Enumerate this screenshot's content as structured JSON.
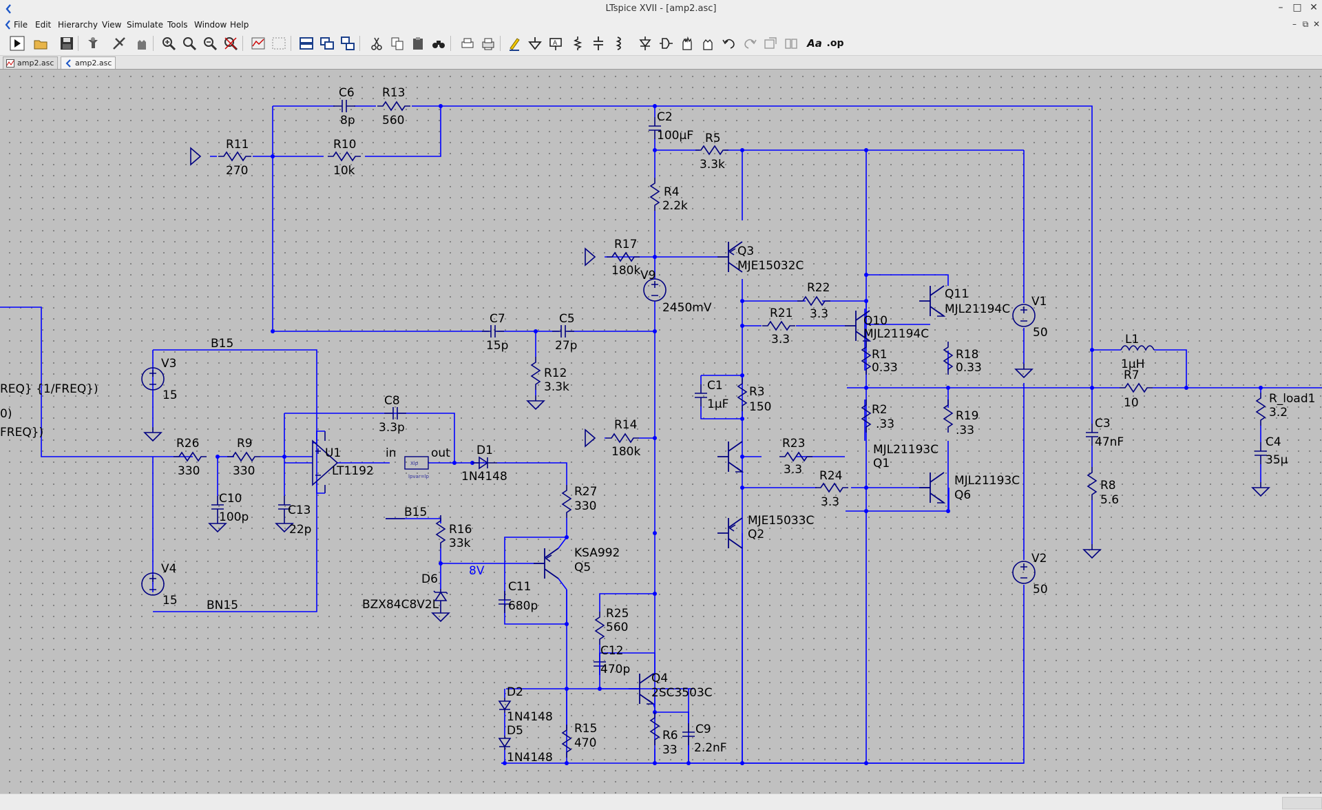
{
  "window": {
    "title": "LTspice XVII - [amp2.asc]",
    "controls": [
      "–",
      "□",
      "✕"
    ],
    "mdi_controls": [
      "–",
      "⧉",
      "✕"
    ]
  },
  "menu": [
    "File",
    "Edit",
    "Hierarchy",
    "View",
    "Simulate",
    "Tools",
    "Window",
    "Help"
  ],
  "toolbar": {
    "icons": [
      "run-icon",
      "open-icon",
      "save-icon",
      "control-panel-icon",
      "halt-icon",
      "pan-icon",
      "zoom-in-icon",
      "zoom-full-icon",
      "zoom-out-icon",
      "zoom-cancel-icon",
      "autorange-icon",
      "grid-icon",
      "tile-h-icon",
      "tile-v-icon",
      "cascade-icon",
      "cut-icon",
      "copy-icon",
      "paste-icon",
      "find-icon",
      "print-setup-icon",
      "print-icon",
      "draw-wire-icon",
      "ground-icon",
      "net-label-icon",
      "resistor-icon",
      "capacitor-icon",
      "inductor-icon",
      "diode-icon",
      "component-icon",
      "move-icon",
      "drag-icon",
      "undo-icon",
      "redo-icon",
      "rotate-icon",
      "mirror-icon",
      "text-icon",
      "spice-directive-icon"
    ],
    "text_labels": {
      "text": "Aa",
      "directive": ".op"
    }
  },
  "tabs": [
    {
      "label": "amp2.asc",
      "active": false
    },
    {
      "label": "amp2.asc",
      "active": true
    }
  ],
  "schematic": {
    "components": [
      {
        "ref": "C6",
        "value": "8p"
      },
      {
        "ref": "R13",
        "value": "560"
      },
      {
        "ref": "R11",
        "value": "270"
      },
      {
        "ref": "R10",
        "value": "10k"
      },
      {
        "ref": "C2",
        "value": "100µF"
      },
      {
        "ref": "R5",
        "value": "3.3k"
      },
      {
        "ref": "R4",
        "value": "2.2k"
      },
      {
        "ref": "R17",
        "value": "180k"
      },
      {
        "ref": "Q3",
        "value": "MJE15032C"
      },
      {
        "ref": "V9",
        "value": "2450mV"
      },
      {
        "ref": "R22",
        "value": "3.3"
      },
      {
        "ref": "Q11",
        "value": "MJL21194C"
      },
      {
        "ref": "R21",
        "value": "3.3"
      },
      {
        "ref": "Q10",
        "value": "MJL21194C"
      },
      {
        "ref": "V1",
        "value": "50"
      },
      {
        "ref": "C7",
        "value": "15p"
      },
      {
        "ref": "C5",
        "value": "27p"
      },
      {
        "ref": "R1",
        "value": "0.33"
      },
      {
        "ref": "R18",
        "value": "0.33"
      },
      {
        "ref": "L1",
        "value": "1µH"
      },
      {
        "ref": "R7",
        "value": "10"
      },
      {
        "ref": "R12",
        "value": "3.3k"
      },
      {
        "ref": "C1",
        "value": "1µF"
      },
      {
        "ref": "R3",
        "value": "150"
      },
      {
        "ref": "R_load1",
        "value": "3.2"
      },
      {
        "ref": "V3",
        "value": "15"
      },
      {
        "ref": "C8",
        "value": "3.3p"
      },
      {
        "ref": "R2",
        "value": ".33"
      },
      {
        "ref": "R19",
        "value": ".33"
      },
      {
        "ref": "C3",
        "value": "47nF"
      },
      {
        "ref": "R14",
        "value": "180k"
      },
      {
        "ref": "C4",
        "value": "35µ"
      },
      {
        "ref": "R26",
        "value": "330"
      },
      {
        "ref": "R9",
        "value": "330"
      },
      {
        "ref": "U1",
        "value": "LT1192"
      },
      {
        "ref": "D1",
        "value": "1N4148"
      },
      {
        "ref": "R23",
        "value": "3.3"
      },
      {
        "ref": "Q1",
        "value": "MJL21193C"
      },
      {
        "ref": "Q6",
        "value": "MJL21193C"
      },
      {
        "ref": "R24",
        "value": "3.3"
      },
      {
        "ref": "C10",
        "value": "100p"
      },
      {
        "ref": "R27",
        "value": "330"
      },
      {
        "ref": "C13",
        "value": "22p"
      },
      {
        "ref": "R8",
        "value": "5.6"
      },
      {
        "ref": "R16",
        "value": "33k"
      },
      {
        "ref": "Q2",
        "value": "MJE15033C"
      },
      {
        "ref": "Q5",
        "value": "KSA992"
      },
      {
        "ref": "V4",
        "value": "15"
      },
      {
        "ref": "D6",
        "value": "BZX84C8V2L"
      },
      {
        "ref": "C11",
        "value": "680p"
      },
      {
        "ref": "V2",
        "value": "50"
      },
      {
        "ref": "R25",
        "value": "560"
      },
      {
        "ref": "C12",
        "value": "470p"
      },
      {
        "ref": "Q4",
        "value": "2SC3503C"
      },
      {
        "ref": "D2",
        "value": "1N4148"
      },
      {
        "ref": "D5",
        "value": "1N4148"
      },
      {
        "ref": "R15",
        "value": "470"
      },
      {
        "ref": "R6",
        "value": "33"
      },
      {
        "ref": "C9",
        "value": "2.2nF"
      }
    ],
    "net_labels": {
      "b15_top": "B15",
      "b15_mid": "B15",
      "bn15": "BN15",
      "v8": "8V",
      "in": "in",
      "out": "out"
    },
    "clipped_texts": [
      "REQ} {1/FREQ})",
      "0)",
      "FREQ})"
    ],
    "limiter_block": {
      "text": "Xlp",
      "subtext": "lpvar=lp"
    },
    "colors": {
      "wire": "#0000ff",
      "symbol": "#000080",
      "background": "#c0c0c0",
      "net_label": "#0000ff"
    }
  }
}
